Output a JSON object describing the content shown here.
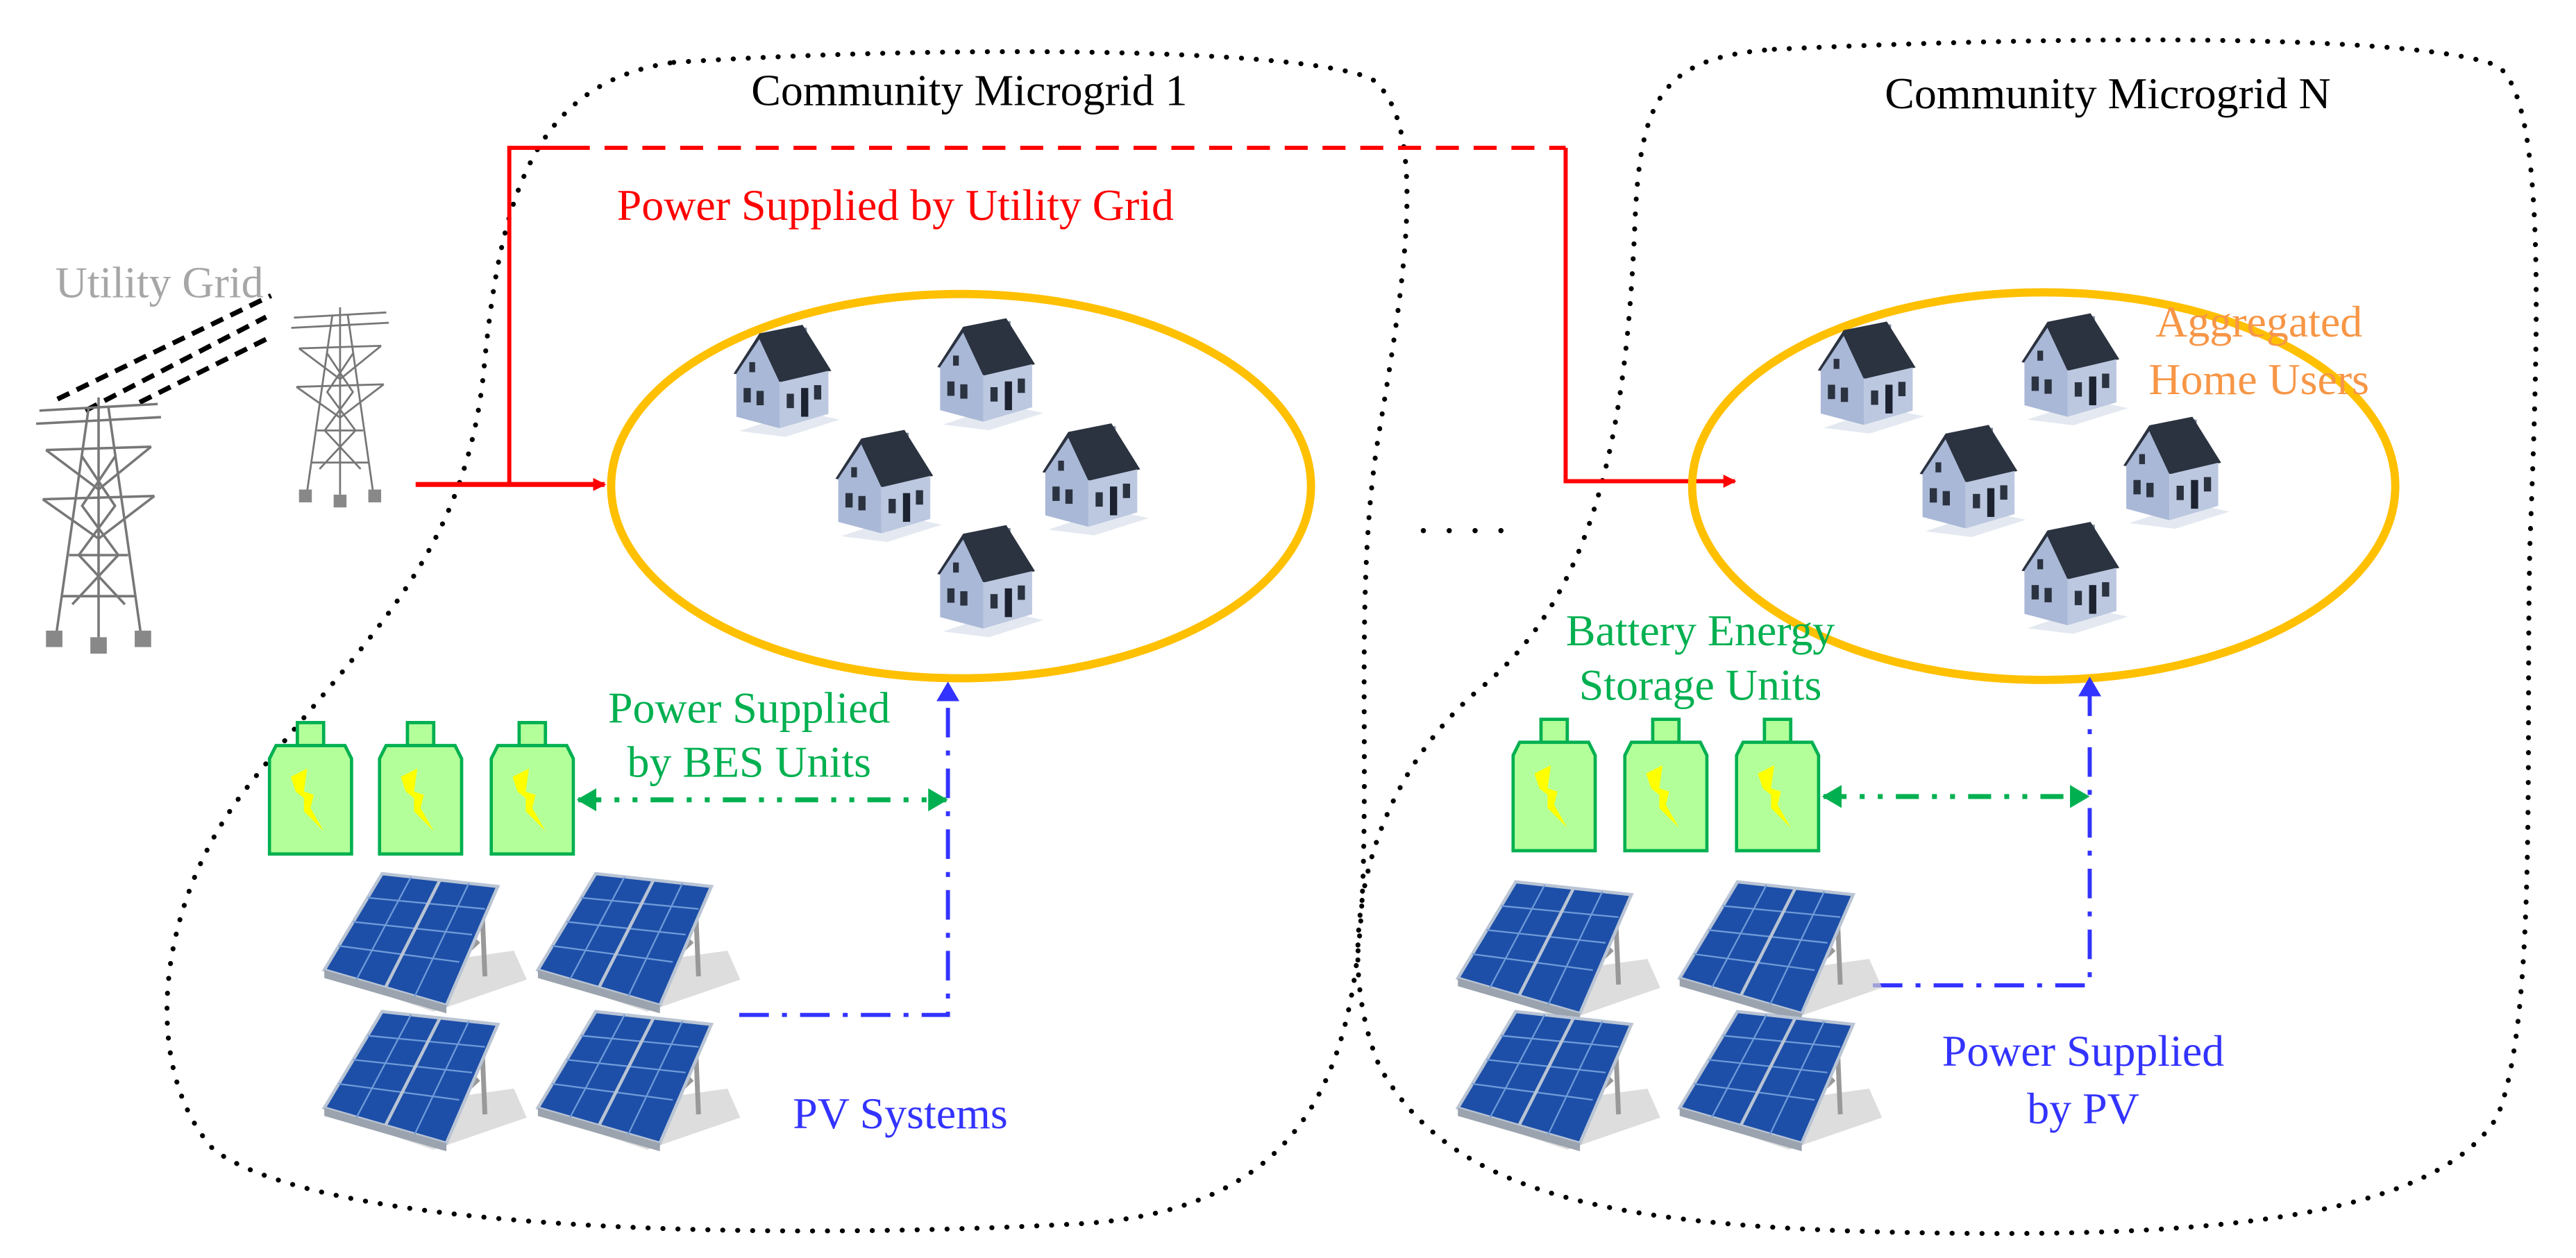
{
  "titles": {
    "microgrid_1": "Community Microgrid 1",
    "microgrid_n": "Community Microgrid N"
  },
  "labels": {
    "utility_grid": "Utility Grid",
    "power_by_utility": "Power Supplied by Utility Grid",
    "aggregated_users": [
      "Aggregated",
      "Home Users"
    ],
    "power_by_bes": [
      "Power Supplied",
      "by BES Units"
    ],
    "bes_units": [
      "Battery Energy",
      "Storage Units"
    ],
    "pv_systems": "PV Systems",
    "power_by_pv": [
      "Power Supplied",
      "by PV"
    ],
    "ellipsis": "· · · ·"
  },
  "colors": {
    "utility_flow": "#FF0000",
    "bes_flow": "#00B050",
    "pv_flow": "#3333FF",
    "home_ring": "#FFC000",
    "aggregated_label": "#F79646",
    "utility_label": "#A6A6A6",
    "battery_fill": "#B3FF99"
  },
  "icons": [
    "transmission-tower-icon",
    "house-icon",
    "battery-icon",
    "solar-panel-icon"
  ]
}
